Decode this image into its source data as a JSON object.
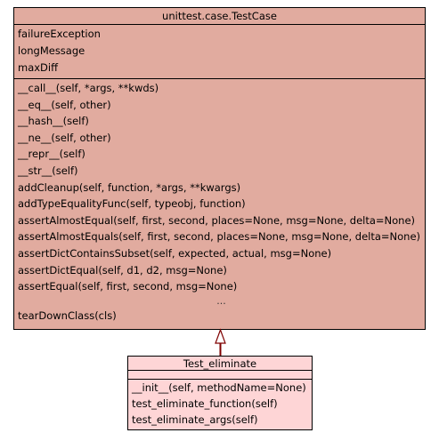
{
  "base_class": {
    "name": "unittest.case.TestCase",
    "attributes": [
      "failureException",
      "longMessage",
      "maxDiff"
    ],
    "operations": [
      "__call__(self, *args, **kwds)",
      "__eq__(self, other)",
      "__hash__(self)",
      "__ne__(self, other)",
      "__repr__(self)",
      "__str__(self)",
      "addCleanup(self, function, *args, **kwargs)",
      "addTypeEqualityFunc(self, typeobj, function)",
      "assertAlmostEqual(self, first, second, places=None, msg=None, delta=None)",
      "assertAlmostEquals(self, first, second, places=None, msg=None, delta=None)",
      "assertDictContainsSubset(self, expected, actual, msg=None)",
      "assertDictEqual(self, d1, d2, msg=None)",
      "assertEqual(self, first, second, msg=None)"
    ],
    "ellipsis": "...",
    "last_operation": "tearDownClass(cls)",
    "fill_color": "#e1ab9f"
  },
  "derived_class": {
    "name": "Test_eliminate",
    "operations": [
      "__init__(self, methodName=None)",
      "test_eliminate_function(self)",
      "test_eliminate_args(self)"
    ],
    "fill_color": "#fed5d6"
  },
  "relation": {
    "type": "inheritance",
    "line_color": "#7f0000"
  }
}
